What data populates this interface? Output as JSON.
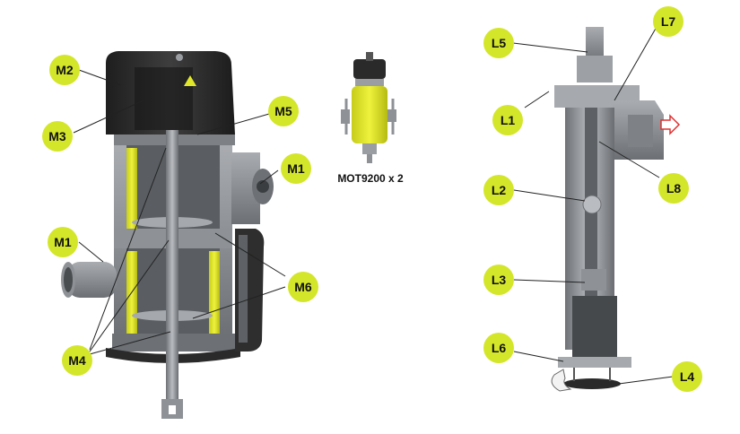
{
  "colors": {
    "callout_fill": "#d4e62a",
    "callout_text": "#111111",
    "leader_line": "#222222",
    "arrow": "#e03030",
    "yellow_insert": "#e0e72a",
    "dark_housing": "#2b2b2b",
    "grey_metal": "#8c8f93"
  },
  "left_assembly": {
    "labels": {
      "m2": "M2",
      "m3": "M3",
      "m5": "M5",
      "m1_right": "M1",
      "m1_left": "M1",
      "m6": "M6",
      "m4": "M4"
    }
  },
  "motor_detail": {
    "caption": "MOT9200 x 2"
  },
  "right_assembly": {
    "labels": {
      "l5": "L5",
      "l7": "L7",
      "l1": "L1",
      "l2": "L2",
      "l8": "L8",
      "l3": "L3",
      "l6": "L6",
      "l4": "L4"
    },
    "arrow_icon": "outlet-arrow-icon",
    "rotation_icon": "rotation-arrow-icon"
  }
}
